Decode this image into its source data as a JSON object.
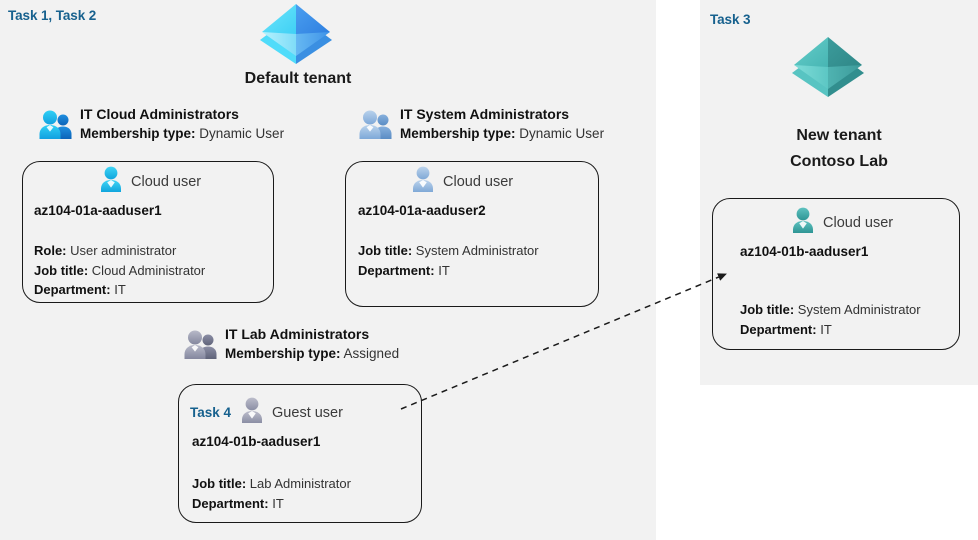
{
  "panels": {
    "left": {
      "task_label": "Task 1, Task 2"
    },
    "right": {
      "task_label": "Task 3"
    }
  },
  "tenants": [
    {
      "id": "default-tenant",
      "icon": "tenant-pyramid-icon",
      "caption_line1": "Default tenant",
      "caption_line2": "",
      "color": "#3ec7f0"
    },
    {
      "id": "contoso-lab-tenant",
      "icon": "tenant-pyramid-icon",
      "caption_line1": "New  tenant",
      "caption_line2": "Contoso Lab",
      "color": "#4cb8b8"
    }
  ],
  "groups": [
    {
      "id": "it-cloud-administrators",
      "icon": "group-users-icon",
      "title": "IT Cloud Administrators",
      "meta_label": "Membership type:",
      "meta_value": "Dynamic User",
      "icon_color": "#19a8e8"
    },
    {
      "id": "it-system-administrators",
      "icon": "group-users-icon",
      "title": "IT System Administrators",
      "meta_label": "Membership type:",
      "meta_value": "Dynamic User",
      "icon_color": "#8fb4dd"
    },
    {
      "id": "it-lab-administrators",
      "icon": "group-users-icon",
      "title": "IT Lab Administrators",
      "meta_label": "Membership type:",
      "meta_value": "Assigned",
      "icon_color": "#8c8fa8"
    }
  ],
  "cards": [
    {
      "id": "az104-01a-aaduser1",
      "task": "",
      "user_icon": "cloud-user-icon",
      "user_type": "Cloud user",
      "name": "az104-01a-aaduser1",
      "props": [
        {
          "label": "Role:",
          "value": "User administrator"
        },
        {
          "label": "Job title:",
          "value": "Cloud Administrator"
        },
        {
          "label": "Department:",
          "value": "IT"
        }
      ],
      "icon_color": "#29c5f0"
    },
    {
      "id": "az104-01a-aaduser2",
      "task": "",
      "user_icon": "cloud-user-icon",
      "user_type": "Cloud user",
      "name": "az104-01a-aaduser2",
      "props": [
        {
          "label": "Job title:",
          "value": "System Administrator"
        },
        {
          "label": "Department:",
          "value": "IT"
        }
      ],
      "icon_color": "#9cbbdf"
    },
    {
      "id": "az104-01b-aaduser1-guest",
      "task": "Task 4",
      "user_icon": "guest-user-icon",
      "user_type": "Guest user",
      "name": "az104-01b-aaduser1",
      "props": [
        {
          "label": "Job title:",
          "value": "Lab Administrator"
        },
        {
          "label": "Department:",
          "value": "IT"
        }
      ],
      "icon_color": "#9b9db0"
    },
    {
      "id": "az104-01b-aaduser1-cloud",
      "task": "",
      "user_icon": "cloud-user-icon",
      "user_type": "Cloud user",
      "name": "az104-01b-aaduser1",
      "props": [
        {
          "label": "Job title:",
          "value": "System Administrator"
        },
        {
          "label": "Department:",
          "value": "IT"
        }
      ],
      "icon_color": "#3fa8a8"
    }
  ],
  "connector": {
    "id": "guest-to-cloud-user-arrow",
    "style": "dashed-arrow",
    "color": "#1a1a1a"
  },
  "colors": {
    "panel_background": "#f2f2f2",
    "page_background": "#ffffff",
    "task_accent": "#17618e",
    "card_border": "#1a1a1a",
    "text_primary": "#111111",
    "text_secondary": "#333333"
  }
}
